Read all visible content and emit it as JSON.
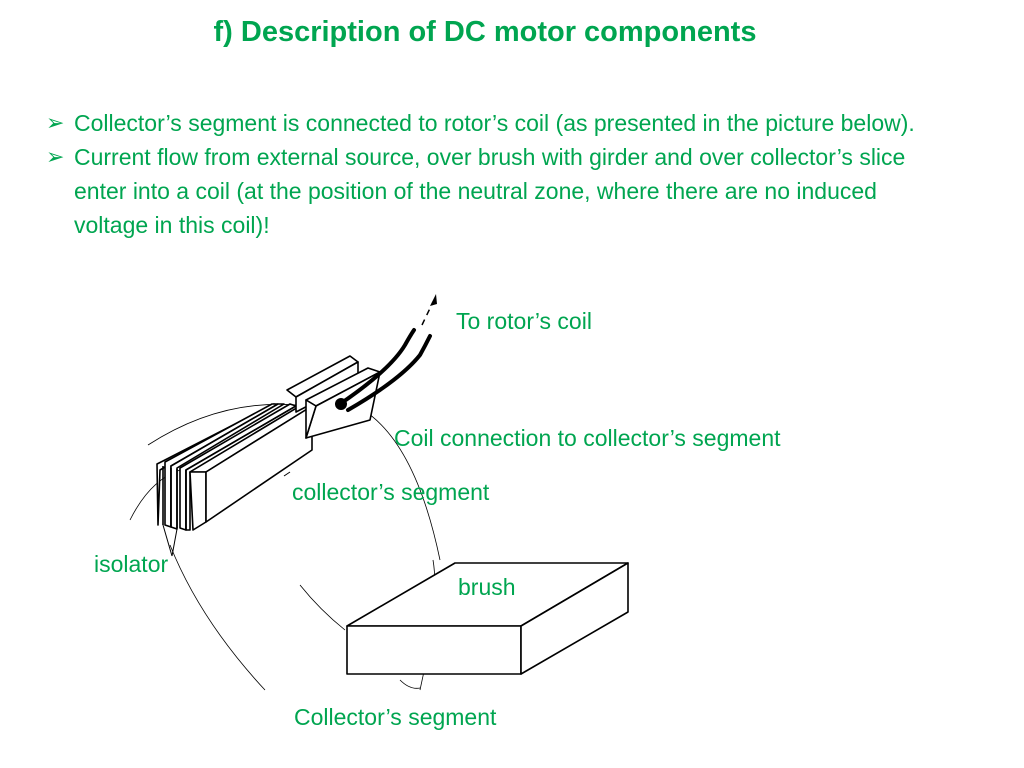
{
  "title": "f) Description of DC motor components",
  "bullets": [
    {
      "marker": "➢",
      "text": "Collector’s  segment is connected to rotor’s coil (as presented in the picture below)."
    },
    {
      "marker": "➢",
      "text": "Current flow from external source, over brush with girder and over collector’s slice enter into a coil (at the position of the neutral zone, where there are no induced voltage in this coil)!"
    }
  ],
  "labels": {
    "to_rotor_coil": "To rotor’s coil",
    "coil_connection": "Coil connection to collector’s segment",
    "collector_segment_small": "collector’s  segment",
    "isolator": "isolator",
    "brush": "brush",
    "collector_segment_bottom": "Collector’s segment"
  },
  "colors": {
    "text": "#00a550",
    "drawing": "#000000"
  }
}
